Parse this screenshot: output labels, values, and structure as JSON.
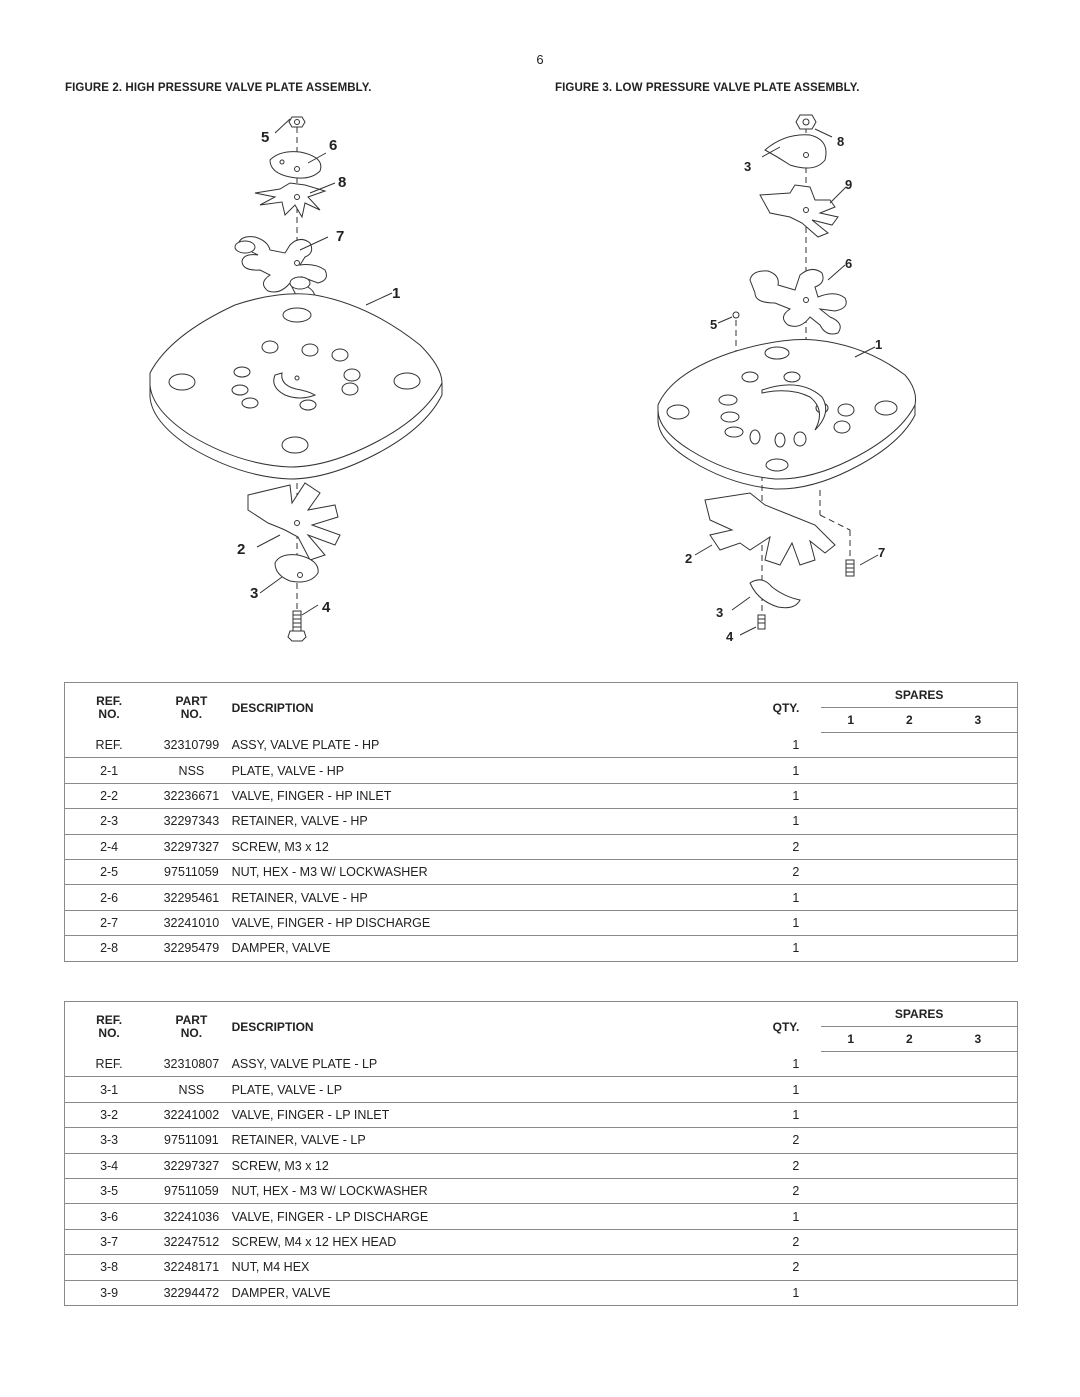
{
  "page_number": "6",
  "figures": {
    "fig2": {
      "title": "FIGURE 2. HIGH PRESSURE VALVE  PLATE ASSEMBLY.",
      "callouts": [
        "5",
        "6",
        "8",
        "7",
        "1",
        "2",
        "3",
        "4"
      ]
    },
    "fig3": {
      "title": "FIGURE 3. LOW PRESSURE VALVE PLATE ASSEMBLY.",
      "callouts": [
        "8",
        "3",
        "9",
        "6",
        "5",
        "1",
        "2",
        "7",
        "3",
        "4"
      ]
    }
  },
  "table_headers": {
    "ref_line1": "REF.",
    "ref_line2": "NO.",
    "part_line1": "PART",
    "part_line2": "NO.",
    "description": "DESCRIPTION",
    "qty": "QTY.",
    "spares": "SPARES",
    "spare_cols": [
      "1",
      "2",
      "3"
    ]
  },
  "table_fig2": [
    {
      "ref": "REF.",
      "part": "32310799",
      "desc": "ASSY, VALVE PLATE - HP",
      "qty": "1"
    },
    {
      "ref": "2-1",
      "part": "NSS",
      "desc": "PLATE, VALVE - HP",
      "qty": "1"
    },
    {
      "ref": "2-2",
      "part": "32236671",
      "desc": "VALVE, FINGER - HP INLET",
      "qty": "1"
    },
    {
      "ref": "2-3",
      "part": "32297343",
      "desc": "RETAINER, VALVE - HP",
      "qty": "1"
    },
    {
      "ref": "2-4",
      "part": "32297327",
      "desc": "SCREW, M3 x 12",
      "qty": "2"
    },
    {
      "ref": "2-5",
      "part": "97511059",
      "desc": "NUT, HEX - M3 W/ LOCKWASHER",
      "qty": "2"
    },
    {
      "ref": "2-6",
      "part": "32295461",
      "desc": "RETAINER, VALVE - HP",
      "qty": "1"
    },
    {
      "ref": "2-7",
      "part": "32241010",
      "desc": "VALVE, FINGER - HP DISCHARGE",
      "qty": "1"
    },
    {
      "ref": "2-8",
      "part": "32295479",
      "desc": "DAMPER, VALVE",
      "qty": "1"
    }
  ],
  "table_fig3": [
    {
      "ref": "REF.",
      "part": "32310807",
      "desc": "ASSY, VALVE PLATE - LP",
      "qty": "1"
    },
    {
      "ref": "3-1",
      "part": "NSS",
      "desc": "PLATE, VALVE - LP",
      "qty": "1"
    },
    {
      "ref": "3-2",
      "part": "32241002",
      "desc": "VALVE, FINGER - LP INLET",
      "qty": "1"
    },
    {
      "ref": "3-3",
      "part": "97511091",
      "desc": "RETAINER, VALVE - LP",
      "qty": "2"
    },
    {
      "ref": "3-4",
      "part": "32297327",
      "desc": "SCREW, M3 x 12",
      "qty": "2"
    },
    {
      "ref": "3-5",
      "part": "97511059",
      "desc": "NUT, HEX - M3 W/ LOCKWASHER",
      "qty": "2"
    },
    {
      "ref": "3-6",
      "part": "32241036",
      "desc": "VALVE, FINGER - LP DISCHARGE",
      "qty": "1"
    },
    {
      "ref": "3-7",
      "part": "32247512",
      "desc": "SCREW,  M4 x 12 HEX HEAD",
      "qty": "2"
    },
    {
      "ref": "3-8",
      "part": "32248171",
      "desc": "NUT, M4 HEX",
      "qty": "2"
    },
    {
      "ref": "3-9",
      "part": "32294472",
      "desc": "DAMPER, VALVE",
      "qty": "1"
    }
  ]
}
